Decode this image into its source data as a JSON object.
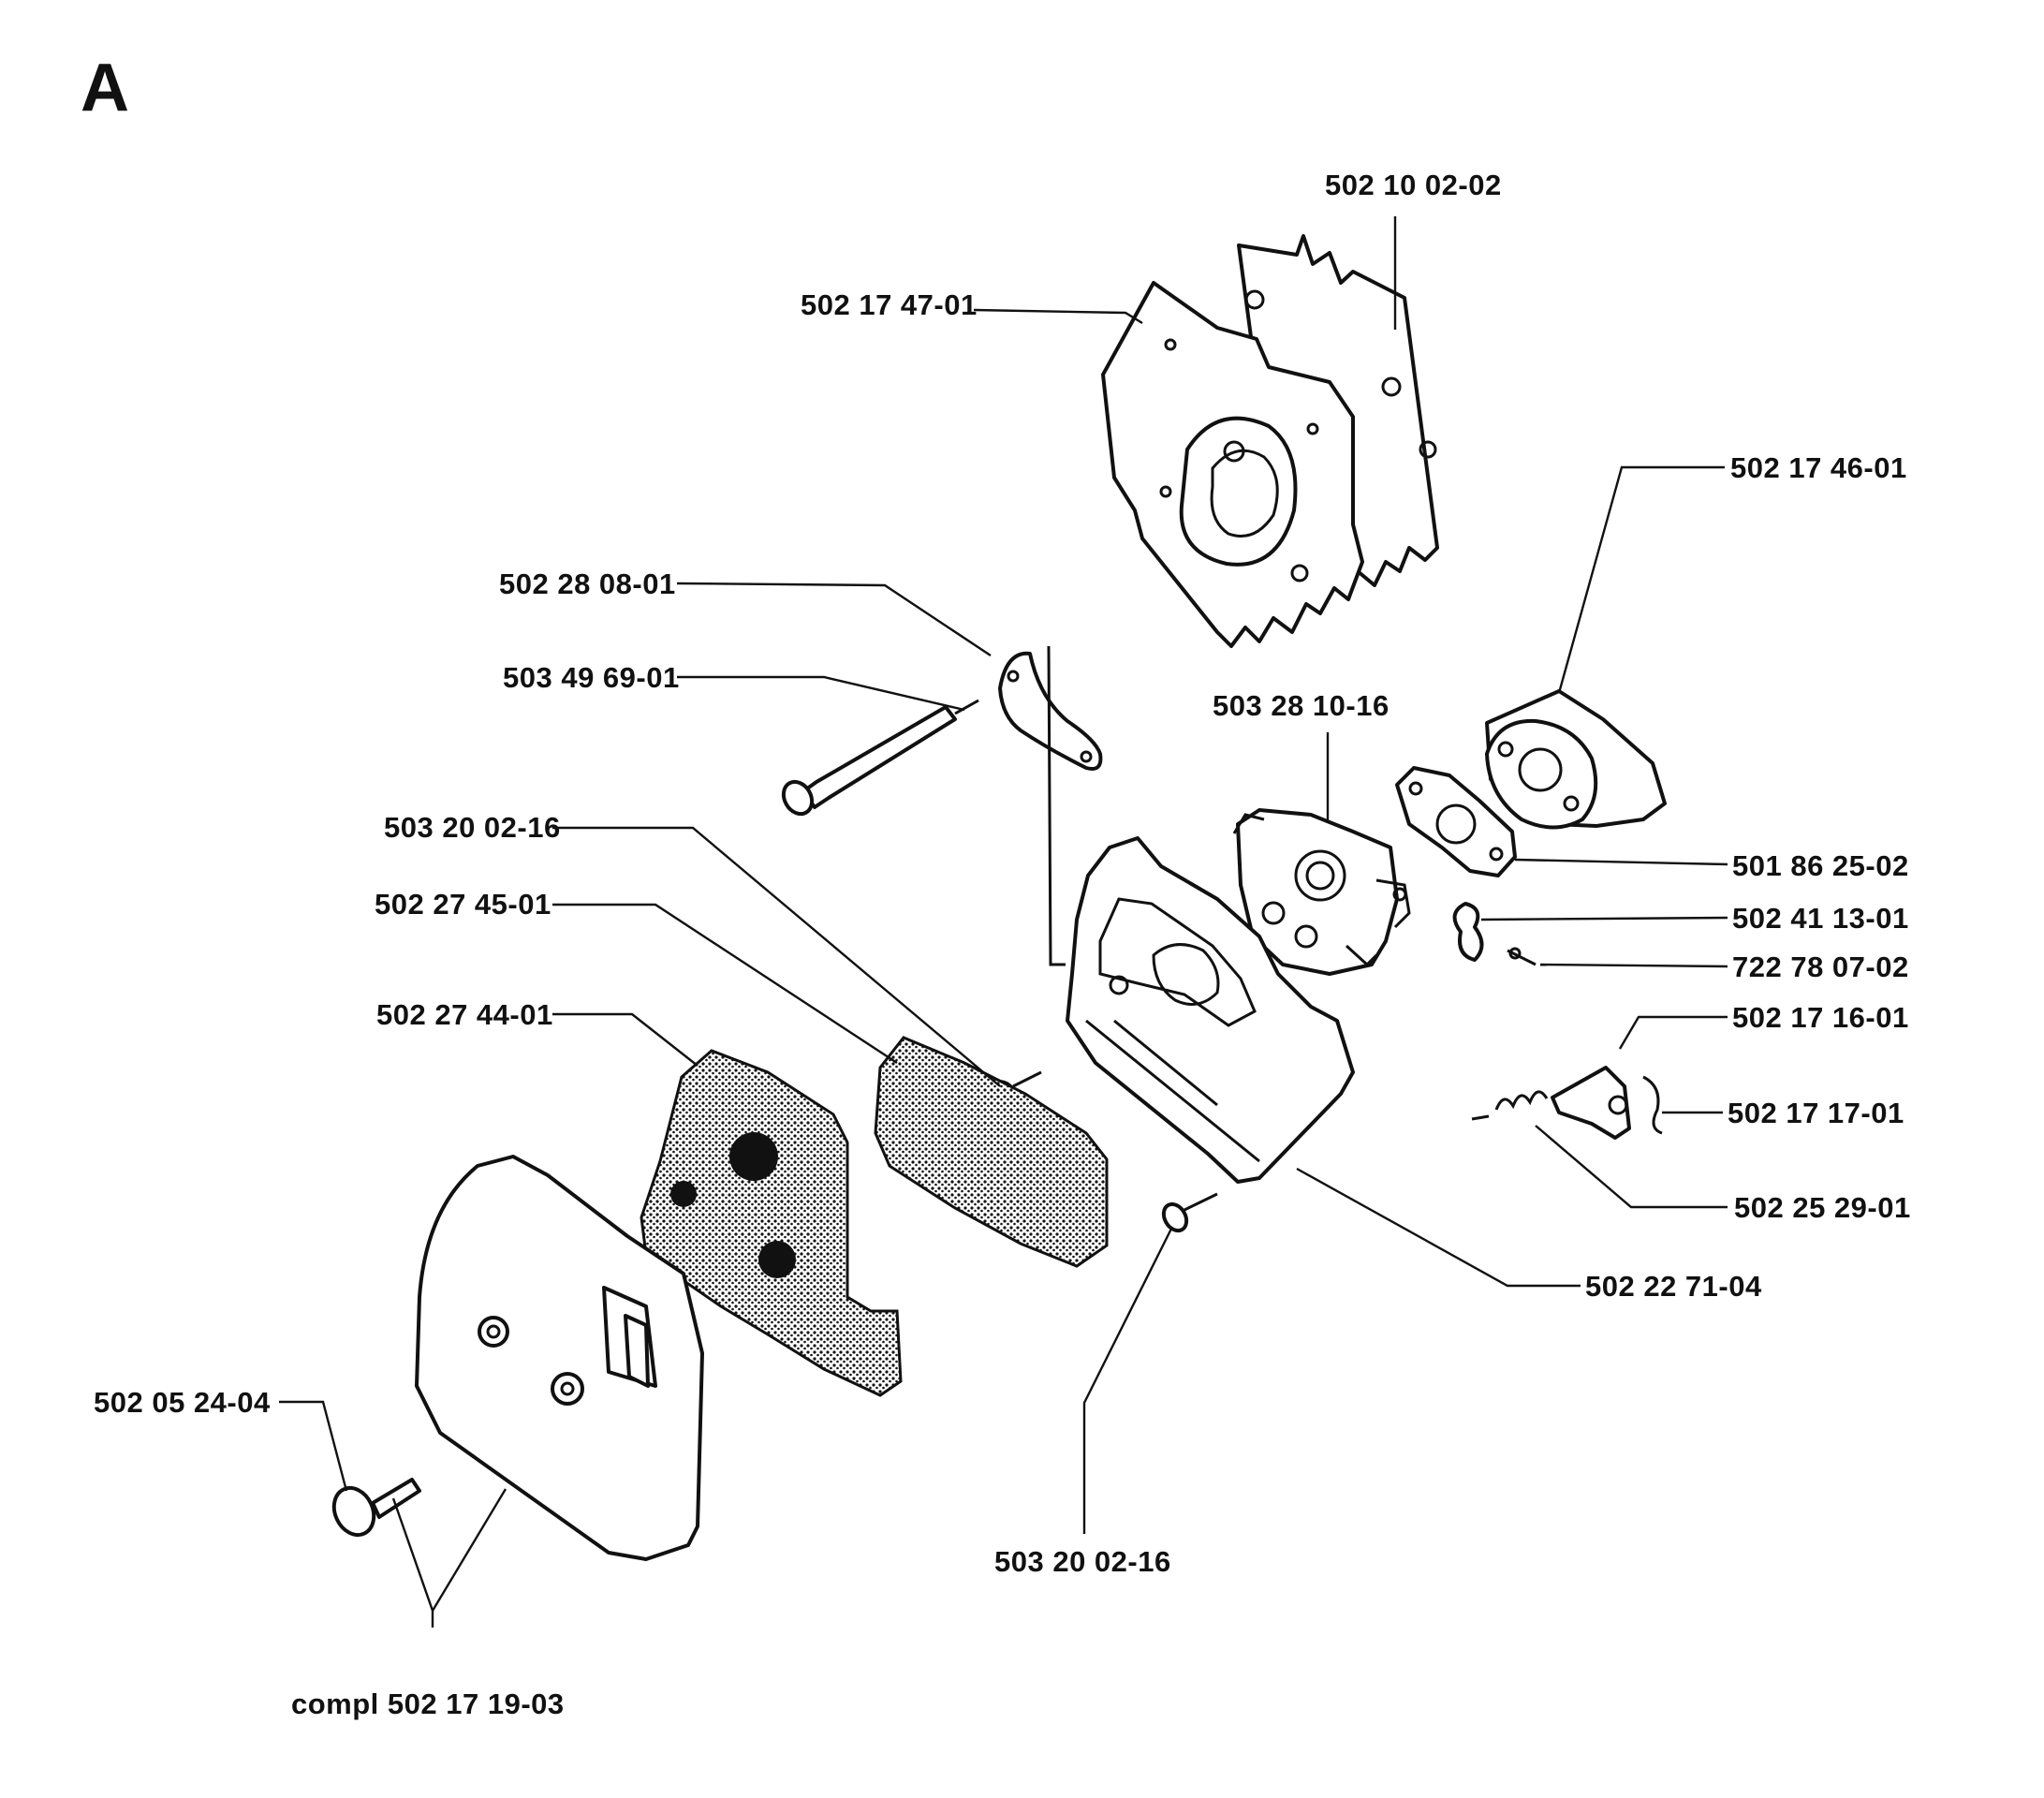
{
  "page": {
    "letter": "A"
  },
  "parts": {
    "p_502_10_02_02": "502 10 02-02",
    "p_502_17_47_01": "502 17 47-01",
    "p_502_17_46_01": "502 17 46-01",
    "p_502_28_08_01": "502 28 08-01",
    "p_503_49_69_01": "503 49 69-01",
    "p_503_28_10_16": "503 28 10-16",
    "p_503_20_02_16_a": "503 20 02-16",
    "p_502_27_45_01": "502 27 45-01",
    "p_502_27_44_01": "502 27 44-01",
    "p_501_86_25_02": "501 86 25-02",
    "p_502_41_13_01": "502 41 13-01",
    "p_722_78_07_02": "722 78 07-02",
    "p_502_17_16_01": "502 17 16-01",
    "p_502_17_17_01": "502 17 17-01",
    "p_502_25_29_01": "502 25 29-01",
    "p_502_22_71_04": "502 22 71-04",
    "p_502_05_24_04": "502 05 24-04",
    "p_503_20_02_16_b": "503 20 02-16",
    "p_compl_502_17_19_03": "compl 502 17 19-03"
  }
}
